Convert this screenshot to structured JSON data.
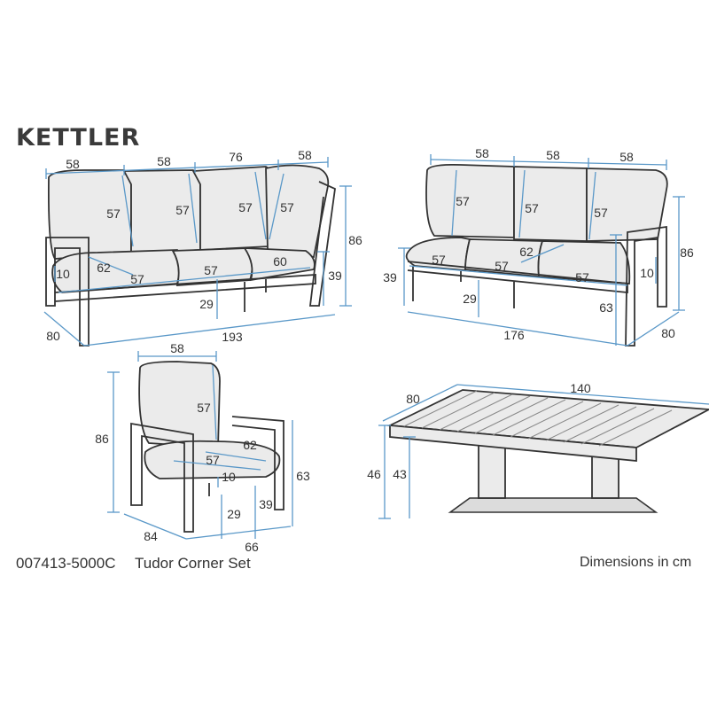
{
  "brand": "KETTLER",
  "footer": {
    "product_code": "007413-5000C",
    "product_name": "Tudor Corner Set",
    "units_note": "Dimensions in cm"
  },
  "corner_sofa": {
    "widths": [
      "58",
      "58",
      "76",
      "58"
    ],
    "back_heights": [
      "57",
      "57",
      "57",
      "57"
    ],
    "seat_depth_diag": "62",
    "seat_widths": [
      "57",
      "57",
      "60"
    ],
    "arm_height": "10",
    "seat_height": "39",
    "leg_height": "29",
    "total_height": "86",
    "depth": "80",
    "total_width": "193"
  },
  "three_seater": {
    "widths": [
      "58",
      "58",
      "58"
    ],
    "back_heights": [
      "57",
      "57",
      "57"
    ],
    "seat_depth_diag": "62",
    "seat_widths": [
      "57",
      "57",
      "57"
    ],
    "arm_height": "10",
    "seat_height": "39",
    "leg_height": "29",
    "arm_total_height": "63",
    "total_height": "86",
    "depth": "80",
    "total_width": "176"
  },
  "armchair": {
    "width_top": "58",
    "back_height": "57",
    "seat_depth_diag": "62",
    "seat_width": "57",
    "arm_height": "10",
    "total_height": "86",
    "arm_total_height": "63",
    "leg_height": "29",
    "seat_height": "39",
    "depth": "84",
    "width": "66"
  },
  "table": {
    "depth": "80",
    "length": "140",
    "total_height": "46",
    "top_height": "43"
  }
}
